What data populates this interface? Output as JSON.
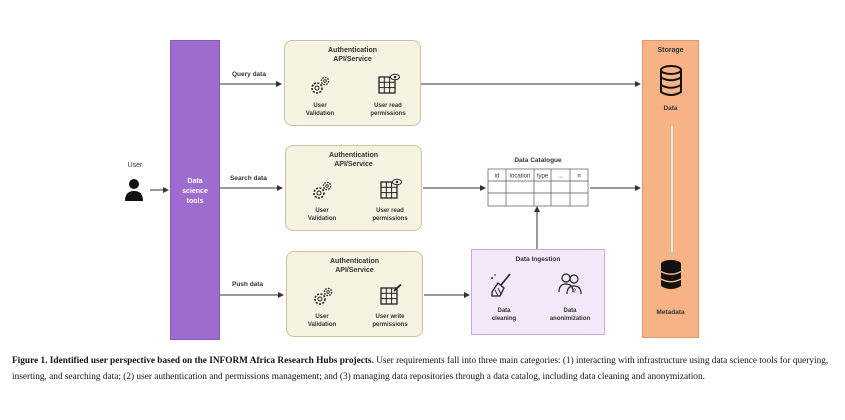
{
  "user": {
    "label": "User"
  },
  "tools": {
    "label": "Data\nscience\ntools"
  },
  "connections": {
    "query": "Query data",
    "search": "Search data",
    "push": "Push data"
  },
  "auth_boxes": [
    {
      "title": "Authentication\nAPI/Service",
      "left_label": "User\nValidation",
      "right_label": "User read\npermissions"
    },
    {
      "title": "Authentication\nAPI/Service",
      "left_label": "User\nValidation",
      "right_label": "User read\npermissions"
    },
    {
      "title": "Authentication\nAPI/Service",
      "left_label": "User\nValidation",
      "right_label": "User write\npermissions"
    }
  ],
  "catalogue": {
    "title": "Data Catalogue",
    "columns": [
      "id",
      "location",
      "type",
      "...",
      "n"
    ]
  },
  "ingestion": {
    "title": "Data Ingestion",
    "left_label": "Data\ncleaning",
    "right_label": "Data\nanonimization"
  },
  "storage": {
    "title": "Storage",
    "data_label": "Data",
    "metadata_label": "Metadata"
  },
  "caption": {
    "bold": "Figure 1. Identified user perspective based on the INFORM Africa Research Hubs projects.",
    "text": " User requirements fall into three main categories: (1) interacting with infrastructure using data science tools for querying, inserting, and searching data; (2) user authentication and permissions management; and (3) managing data repositories through a data catalog, including data cleaning and anonymization."
  },
  "colors": {
    "tools": "#9e6ccf",
    "auth_fill": "#f6f3e2",
    "ingestion_fill": "#f4e8fb",
    "storage_fill": "#f7b386"
  },
  "icons": [
    "user-icon",
    "gears-icon",
    "grid-eye-icon",
    "grid-pen-icon",
    "broom-icon",
    "people-icon",
    "database-icon"
  ]
}
